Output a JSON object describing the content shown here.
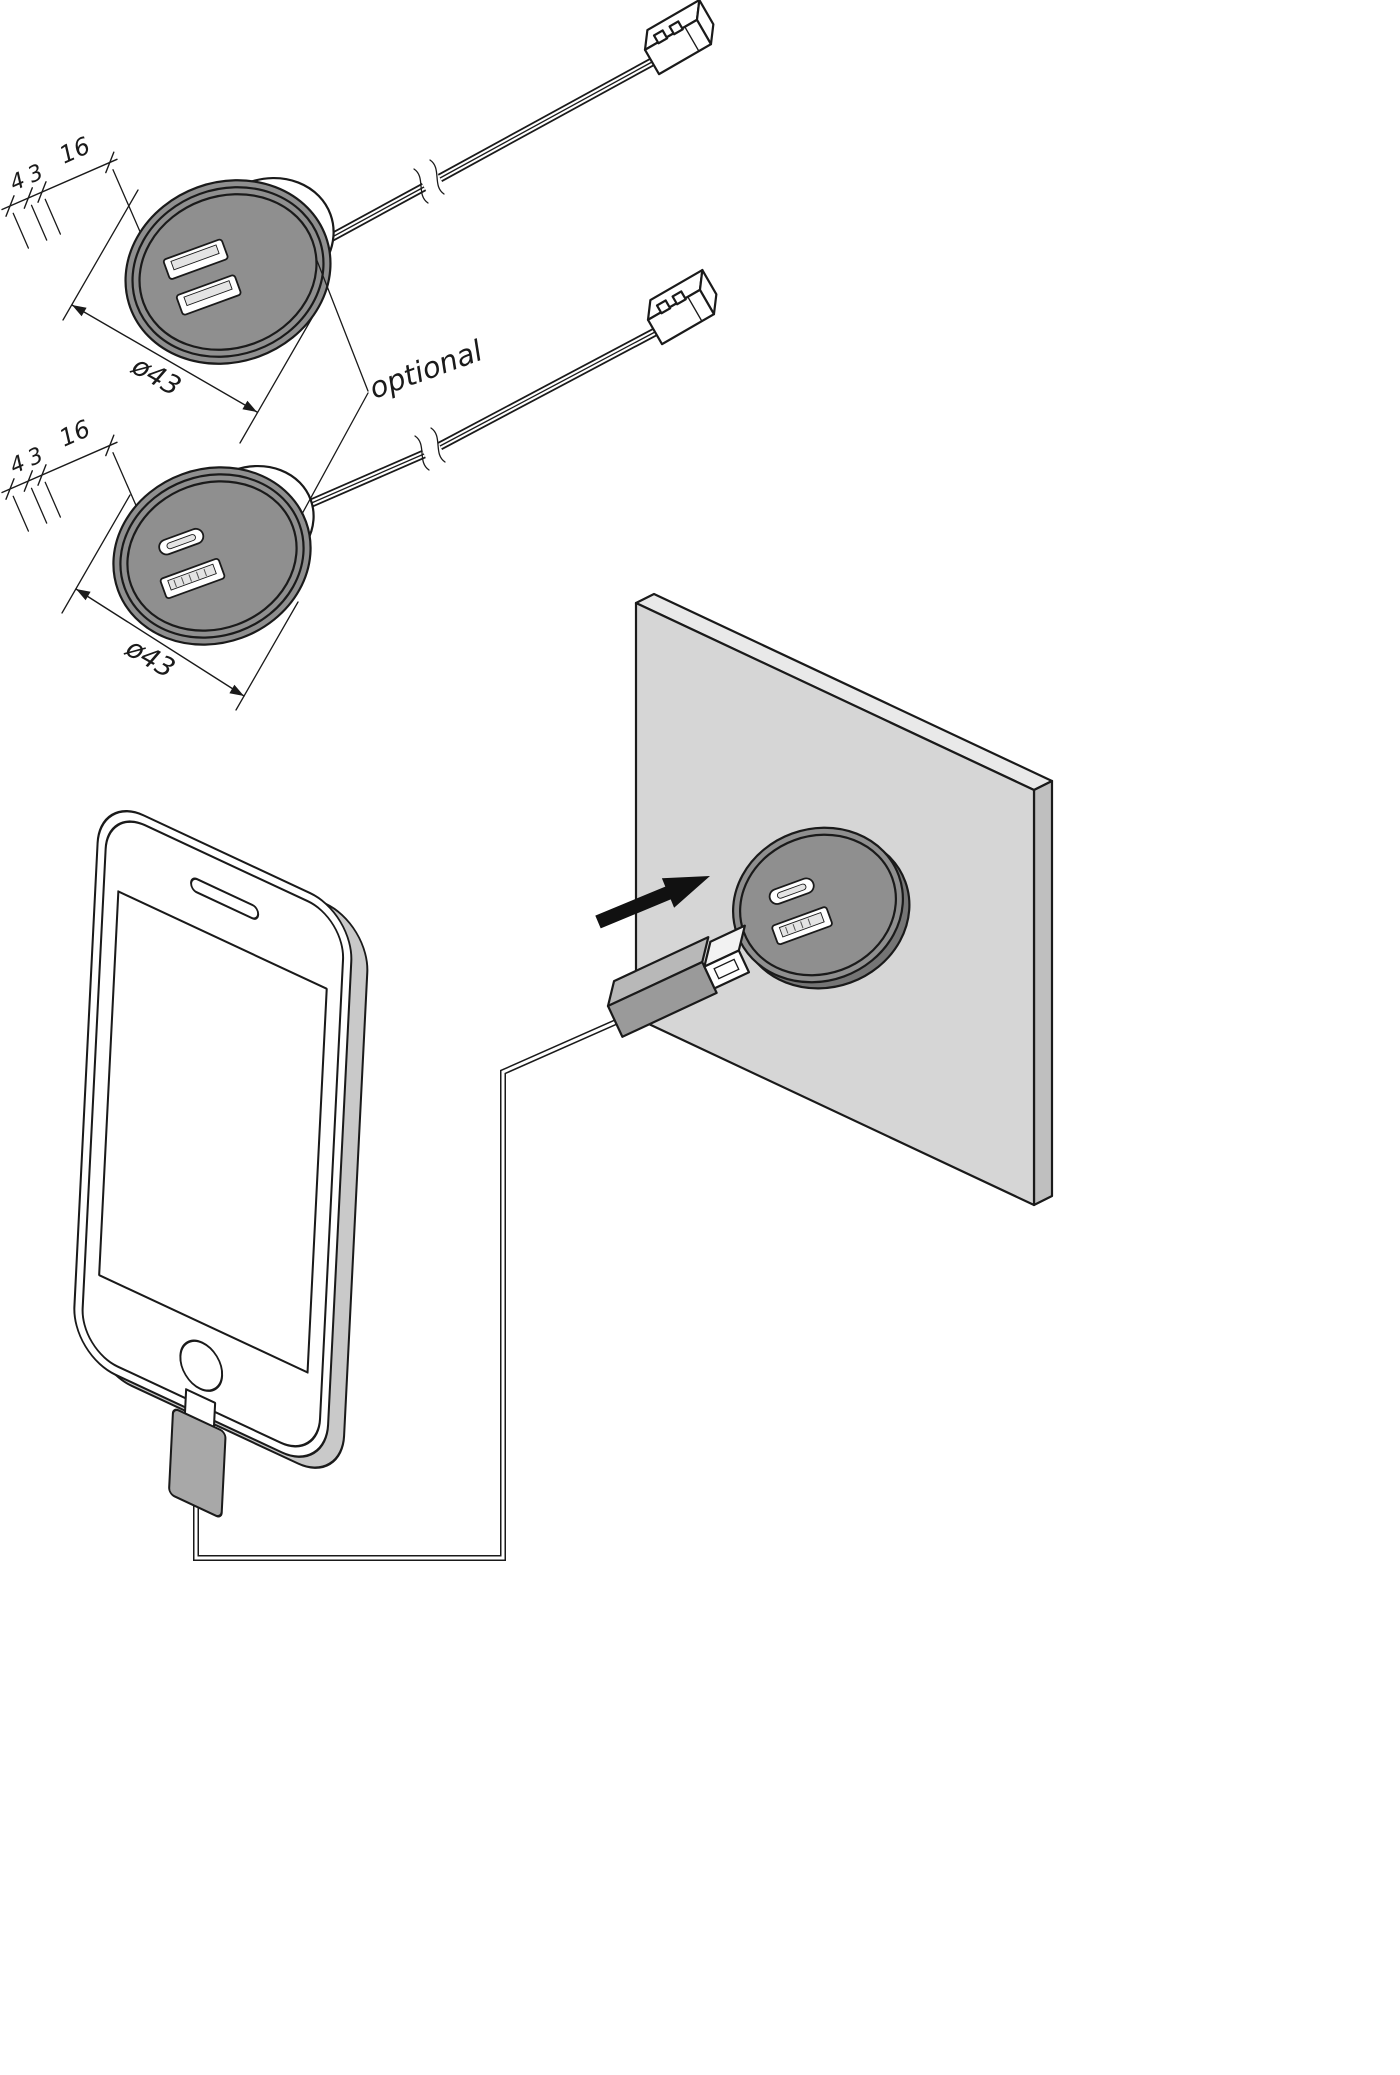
{
  "labels": {
    "optional": "optional"
  },
  "socket_top": {
    "type_note": "double-usb-a-socket",
    "dims": {
      "a": "4",
      "b": "3",
      "c": "16",
      "dia": "ø43"
    }
  },
  "socket_bottom": {
    "type_note": "usb-c-and-usb-a-socket",
    "dims": {
      "a": "4",
      "b": "3",
      "c": "16",
      "dia": "ø43"
    }
  },
  "colors": {
    "line": "#1a1a1a",
    "socket_face": "#8f8f8f",
    "socket_depth": "#757575",
    "socket_back": "#ffffff",
    "panel_front": "#d6d6d6",
    "panel_side": "#bfbfbf",
    "panel_top": "#e9e9e9",
    "plug_body": "#9a9a9a",
    "plug_top": "#b8b8b8",
    "plug_tip": "#ffffff",
    "phone_body": "#ffffff",
    "phone_back": "#c9c9c9",
    "connector_fill": "#ffffff",
    "arrow": "#111111"
  }
}
